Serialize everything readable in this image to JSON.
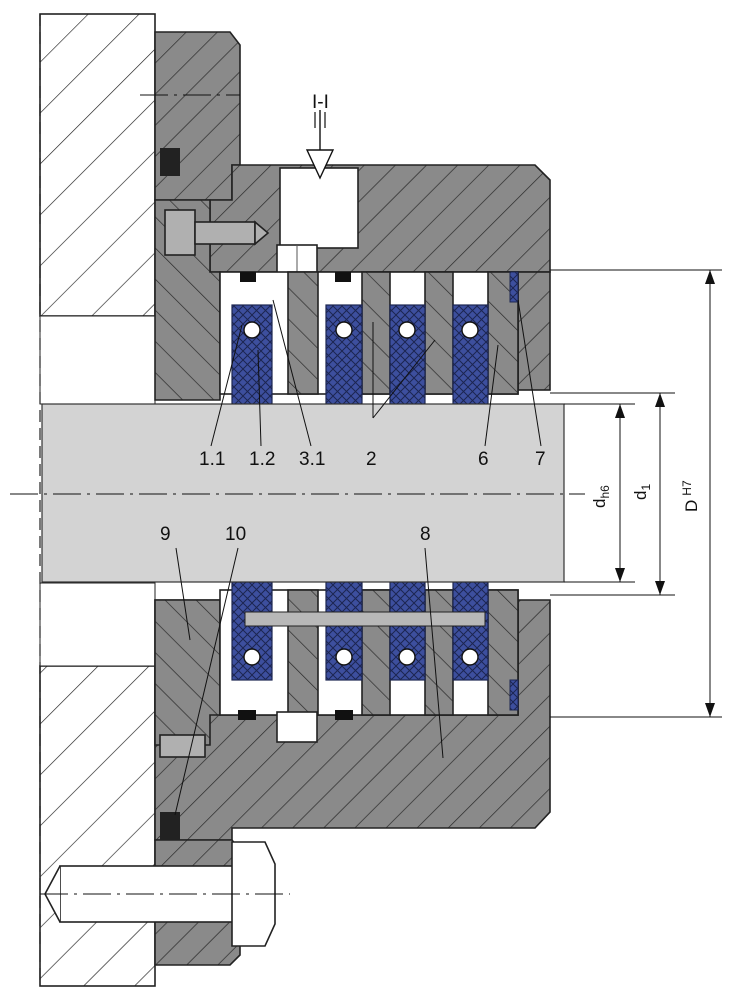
{
  "drawing": {
    "flow_arrow_label": "I-I",
    "part_labels": {
      "p1_1": "1.1",
      "p1_2": "1.2",
      "p3_1": "3.1",
      "p2": "2",
      "p6": "6",
      "p7": "7",
      "p9": "9",
      "p10": "10",
      "p8": "8"
    },
    "dimensions": {
      "shaft": "d",
      "shaft_sub": "h6",
      "inner": "d",
      "inner_sub": "1",
      "outer": "D",
      "outer_sup": "H7"
    },
    "colors": {
      "housing_fill": "#8a8a8a",
      "shaft_fill": "#d3d3d3",
      "seal_blue": "#3d4f9e",
      "outline": "#222222"
    }
  }
}
